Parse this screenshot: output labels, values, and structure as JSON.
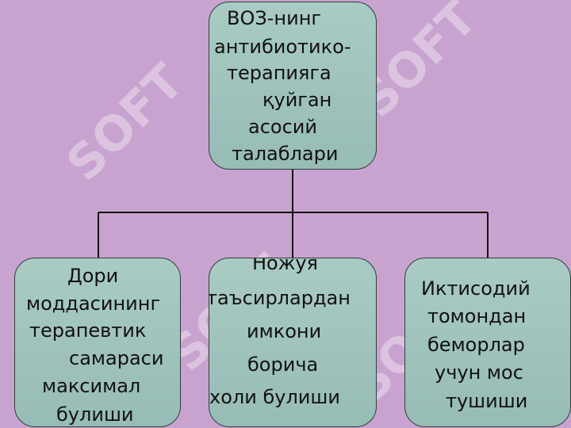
{
  "watermark": "SOFT",
  "root": {
    "lines": [
      "ВОЗ-нинг",
      "антибиотико-",
      "терапияга",
      "қуйган",
      "асосий",
      "талаблари"
    ]
  },
  "children": [
    {
      "lines": [
        "Дори",
        "моддасининг",
        "терапевтик",
        "самараси",
        "максимал",
        "булиши"
      ]
    },
    {
      "lines": [
        "Ножуя",
        "таъсирлардан",
        "имкони",
        "борича",
        "холи булиши"
      ]
    },
    {
      "lines": [
        "Иктисодий",
        "томондан",
        "беморлар",
        "учун мос",
        "тушиши"
      ]
    }
  ],
  "colors": {
    "background": "#c9a3cf",
    "box_fill": "#a3c6bf",
    "box_border": "#2f3f3c",
    "connector": "#111111"
  }
}
